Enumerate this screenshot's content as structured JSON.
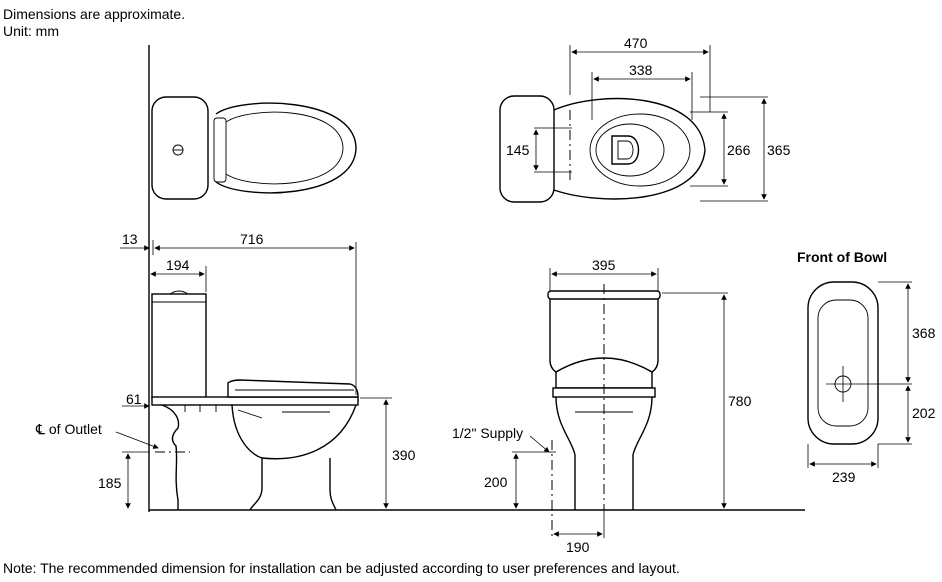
{
  "header": {
    "line1": "Dimensions are approximate.",
    "line2": "Unit: mm"
  },
  "footer": {
    "note": "Note: The recommended dimension for installation can be adjusted according to user preferences and layout."
  },
  "top_view": {
    "d_470": "470",
    "d_338": "338",
    "d_145": "145",
    "d_266": "266",
    "d_365": "365"
  },
  "side_view": {
    "d_13": "13",
    "d_716": "716",
    "d_194": "194",
    "d_61": "61",
    "d_390": "390",
    "d_185": "185",
    "outlet_label": "℄ of Outlet"
  },
  "front_view": {
    "d_395": "395",
    "d_780": "780",
    "d_200": "200",
    "d_190": "190",
    "supply_label": "1/2\" Supply"
  },
  "bowl_front": {
    "title": "Front of Bowl",
    "d_368": "368",
    "d_202": "202",
    "d_239": "239"
  }
}
